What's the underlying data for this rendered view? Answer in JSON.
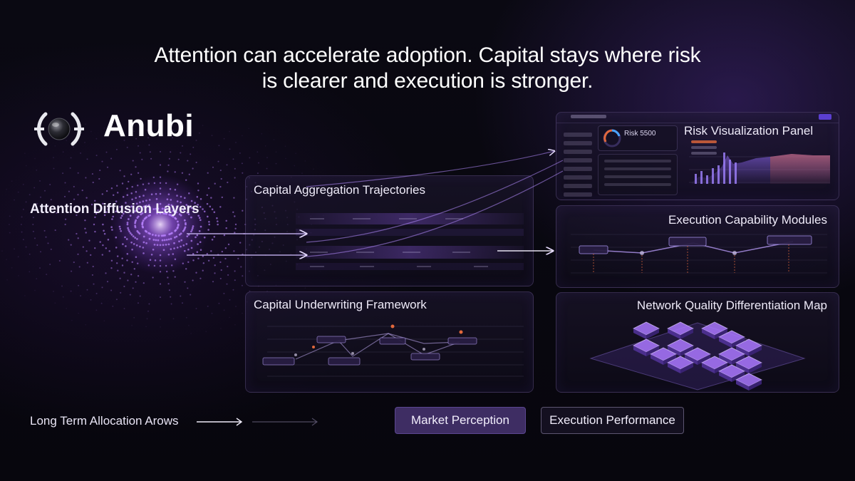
{
  "headline": {
    "line1": "Attention can accelerate adoption. Capital stays where risk",
    "line2": "is clearer and execution is stronger."
  },
  "brand": {
    "name": "Anubi",
    "logo_icon": "anubi-logo-icon"
  },
  "attention_label": "Attention Diffusion Layers",
  "panels": {
    "aggregation": {
      "title": "Capital Aggregation Trajectories"
    },
    "underwriting": {
      "title": "Capital Underwriting Framework"
    },
    "risk": {
      "title": "Risk Visualization Panel",
      "gauge_title": "Risk 5500"
    },
    "execution": {
      "title": "Execution Capability Modules"
    },
    "network": {
      "title": "Network Quality Differentiation Map"
    }
  },
  "bottom": {
    "allocation_label": "Long Term Allocation Arows",
    "market_perception": "Market Perception",
    "execution_performance": "Execution Performance"
  },
  "colors": {
    "accent_purple": "#8b5cf6",
    "deep_purple": "#3e2d63",
    "background": "#07060d",
    "orange_marker": "#e2683c"
  }
}
